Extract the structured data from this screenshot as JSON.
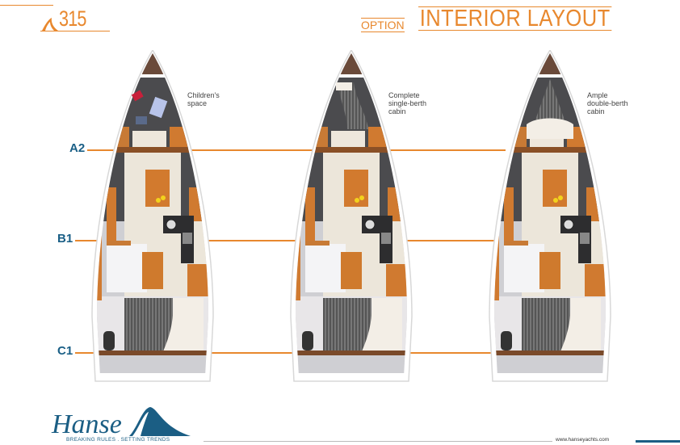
{
  "header": {
    "model": "315",
    "option_label": "OPTION",
    "title": "INTERIOR LAYOUT"
  },
  "levels": [
    {
      "label": "A2"
    },
    {
      "label": "B1"
    },
    {
      "label": "C1"
    }
  ],
  "layouts": [
    {
      "note_lines": [
        "Children's",
        "space"
      ],
      "forward": "children"
    },
    {
      "note_lines": [
        "Complete",
        "single-berth",
        "cabin"
      ],
      "forward": "single"
    },
    {
      "note_lines": [
        "Ample",
        "double-berth",
        "cabin"
      ],
      "forward": "double"
    }
  ],
  "footer": {
    "brand": "Hanse",
    "tagline": "BREAKING RULES . SETTING TRENDS",
    "url": "www.hanseyachts.com"
  },
  "colors": {
    "accent": "#e8882e",
    "brand": "#1b5e84",
    "wood": "#c8702a",
    "upholstery": "#4a4a4c"
  }
}
